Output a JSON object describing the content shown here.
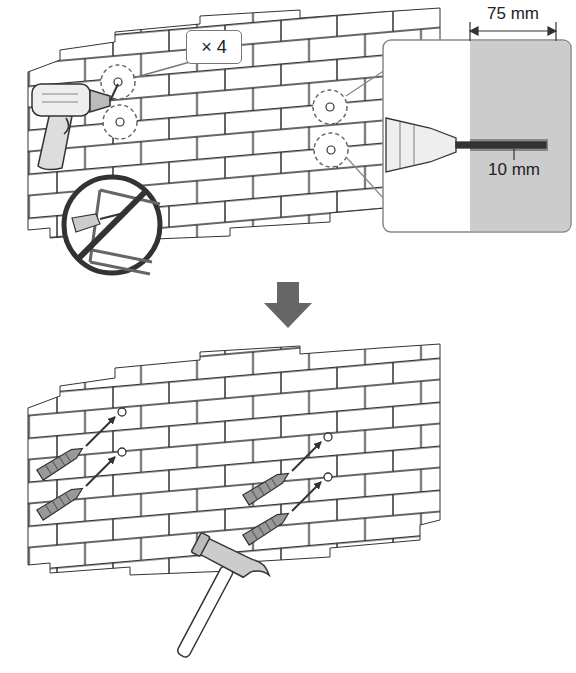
{
  "diagram": {
    "nodes": [
      {
        "text": [
          "× 4"
        ]
      }
    ],
    "labels": [
      "75 mm",
      "10 mm"
    ]
  }
}
